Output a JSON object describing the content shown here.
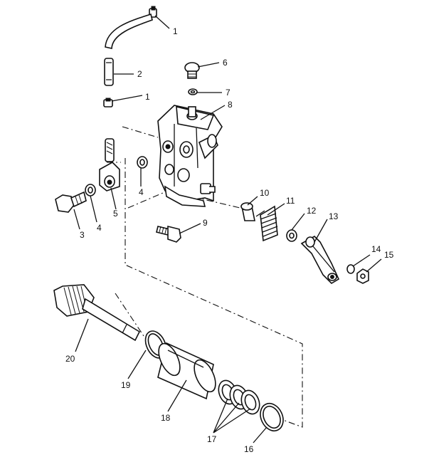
{
  "diagram": {
    "title": "Oil pump assembly exploded view",
    "callouts": [
      {
        "id": "1a",
        "text": "1"
      },
      {
        "id": "2",
        "text": "2"
      },
      {
        "id": "1b",
        "text": "1"
      },
      {
        "id": "6",
        "text": "6"
      },
      {
        "id": "7",
        "text": "7"
      },
      {
        "id": "8",
        "text": "8"
      },
      {
        "id": "3",
        "text": "3"
      },
      {
        "id": "4a",
        "text": "4"
      },
      {
        "id": "5",
        "text": "5"
      },
      {
        "id": "4b",
        "text": "4"
      },
      {
        "id": "9",
        "text": "9"
      },
      {
        "id": "10",
        "text": "10"
      },
      {
        "id": "11",
        "text": "11"
      },
      {
        "id": "12",
        "text": "12"
      },
      {
        "id": "13",
        "text": "13"
      },
      {
        "id": "14",
        "text": "14"
      },
      {
        "id": "15",
        "text": "15"
      },
      {
        "id": "20",
        "text": "20"
      },
      {
        "id": "19",
        "text": "19"
      },
      {
        "id": "18",
        "text": "18"
      },
      {
        "id": "17",
        "text": "17"
      },
      {
        "id": "16",
        "text": "16"
      }
    ]
  }
}
